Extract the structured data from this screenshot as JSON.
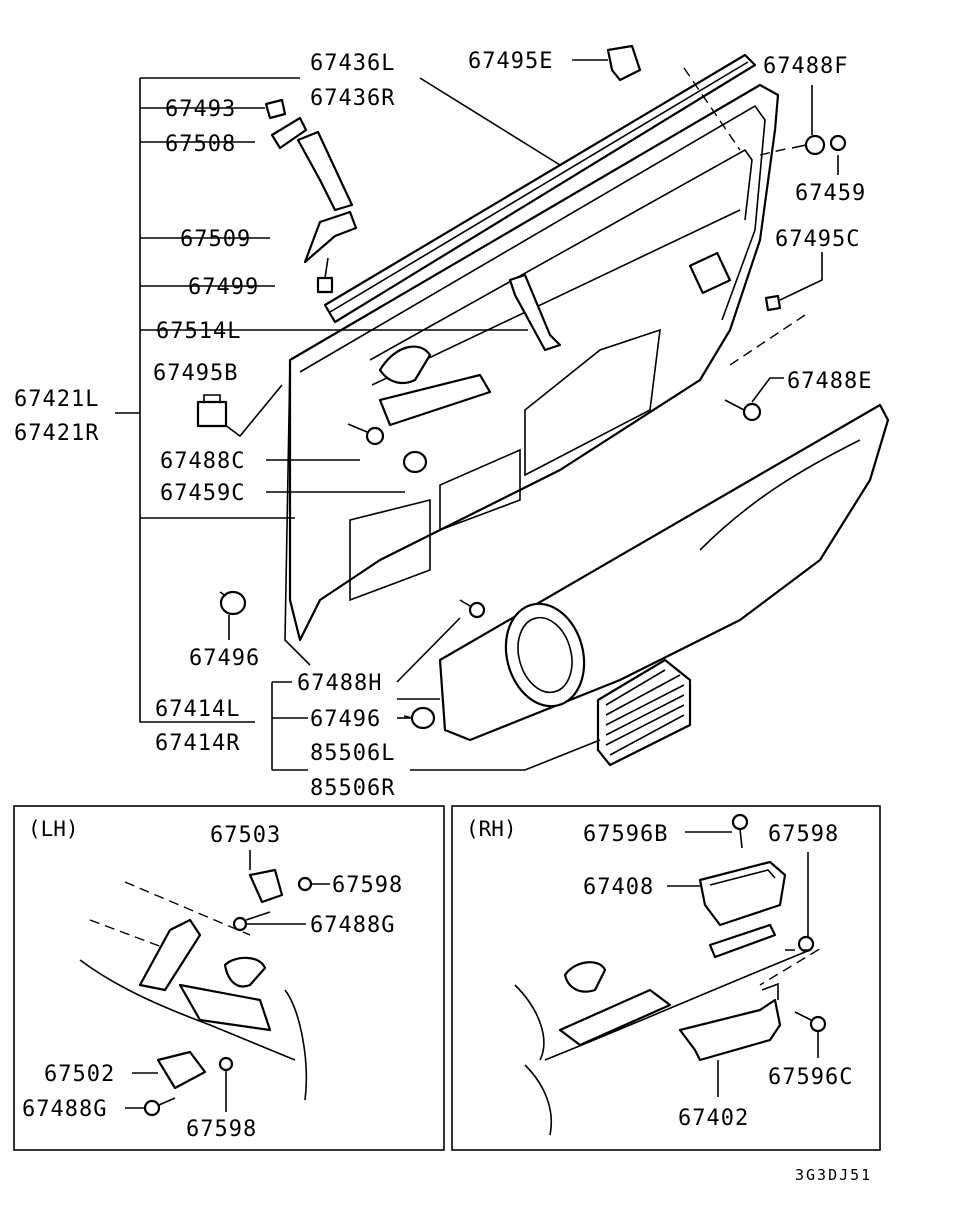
{
  "labels": {
    "l67436L": "67436L",
    "l67436R": "67436R",
    "l67495E": "67495E",
    "l67488F": "67488F",
    "l67459": "67459",
    "l67493": "67493",
    "l67508": "67508",
    "l67509": "67509",
    "l67495C": "67495C",
    "l67499": "67499",
    "l67514L": "67514L",
    "l67495B": "67495B",
    "l67488E": "67488E",
    "l67421L": "67421L",
    "l67421R": "67421R",
    "l67488C": "67488C",
    "l67459C": "67459C",
    "l67496a": "67496",
    "l67488H": "67488H",
    "l67414L": "67414L",
    "l67414R": "67414R",
    "l67496b": "67496",
    "l85506L": "85506L",
    "l85506R": "85506R"
  },
  "lh": {
    "title": "(LH)",
    "l67503": "67503",
    "l67598a": "67598",
    "l67488G": "67488G",
    "l67502": "67502",
    "l67488G2": "67488G",
    "l67598b": "67598"
  },
  "rh": {
    "title": "(RH)",
    "l67596B": "67596B",
    "l67598": "67598",
    "l67408": "67408",
    "l67596C": "67596C",
    "l67402": "67402"
  },
  "diagram_code": "3G3DJ51"
}
